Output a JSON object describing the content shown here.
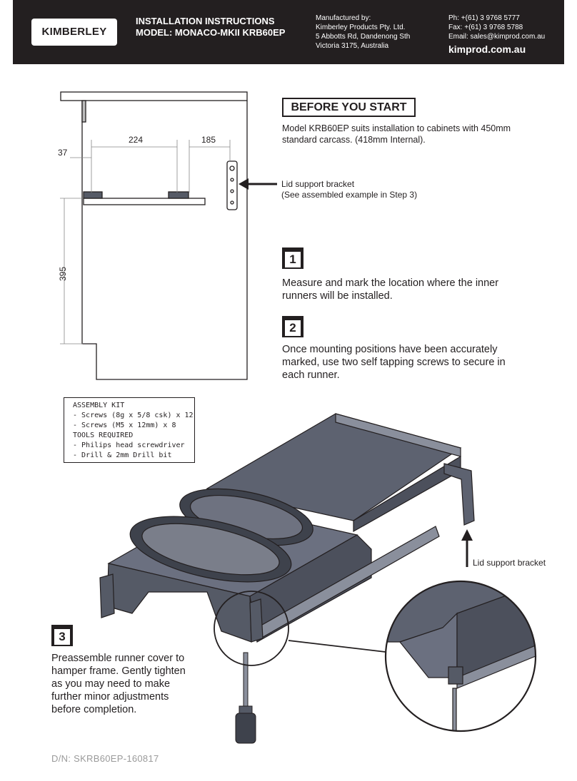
{
  "header": {
    "logo": "KIMBERLEY",
    "title_line1": "INSTALLATION INSTRUCTIONS",
    "title_line2": "MODEL: MONACO-MKII KRB60EP",
    "manufacturer": [
      "Manufactured by:",
      "Kimberley Products Pty. Ltd.",
      "5 Abbotts Rd, Dandenong Sth",
      "Victoria 3175, Australia"
    ],
    "phone": "Ph:   +(61) 3 9768 5777",
    "fax": "Fax: +(61) 3 9768 5788",
    "email": "Email: sales@kimprod.com.au",
    "website": "kimprod.com.au"
  },
  "before": {
    "title": "BEFORE YOU START",
    "text": "Model KRB60EP suits installation to cabinets with 450mm standard carcass. (418mm Internal)."
  },
  "diagram": {
    "dim_224": "224",
    "dim_185": "185",
    "dim_37": "37",
    "dim_395": "395",
    "lid_label_line1": "Lid support bracket",
    "lid_label_line2": "(See assembled example in Step 3)"
  },
  "steps": [
    {
      "number": "1",
      "text": "Measure and mark the location where the inner runners will be installed."
    },
    {
      "number": "2",
      "text": "Once mounting positions have been accurately marked, use two self tapping screws to secure in each runner."
    },
    {
      "number": "3",
      "text": "Preassemble runner cover to hamper frame. Gently tighten as you may need to make further minor adjustments before completion."
    }
  ],
  "kit": [
    "ASSEMBLY KIT",
    "- Screws (8g x 5/8 csk) x 12",
    "- Screws (M5 x 12mm) x 8",
    "TOOLS REQUIRED",
    "- Philips head screwdriver",
    "- Drill & 2mm Drill bit"
  ],
  "lid_label_2": "Lid support bracket",
  "doc_number": "D/N: SKRB60EP-160817",
  "colors": {
    "ink": "#231f20",
    "header_bg": "#231f20",
    "metal": "#5d6270",
    "metal_light": "#8a8f9c"
  }
}
